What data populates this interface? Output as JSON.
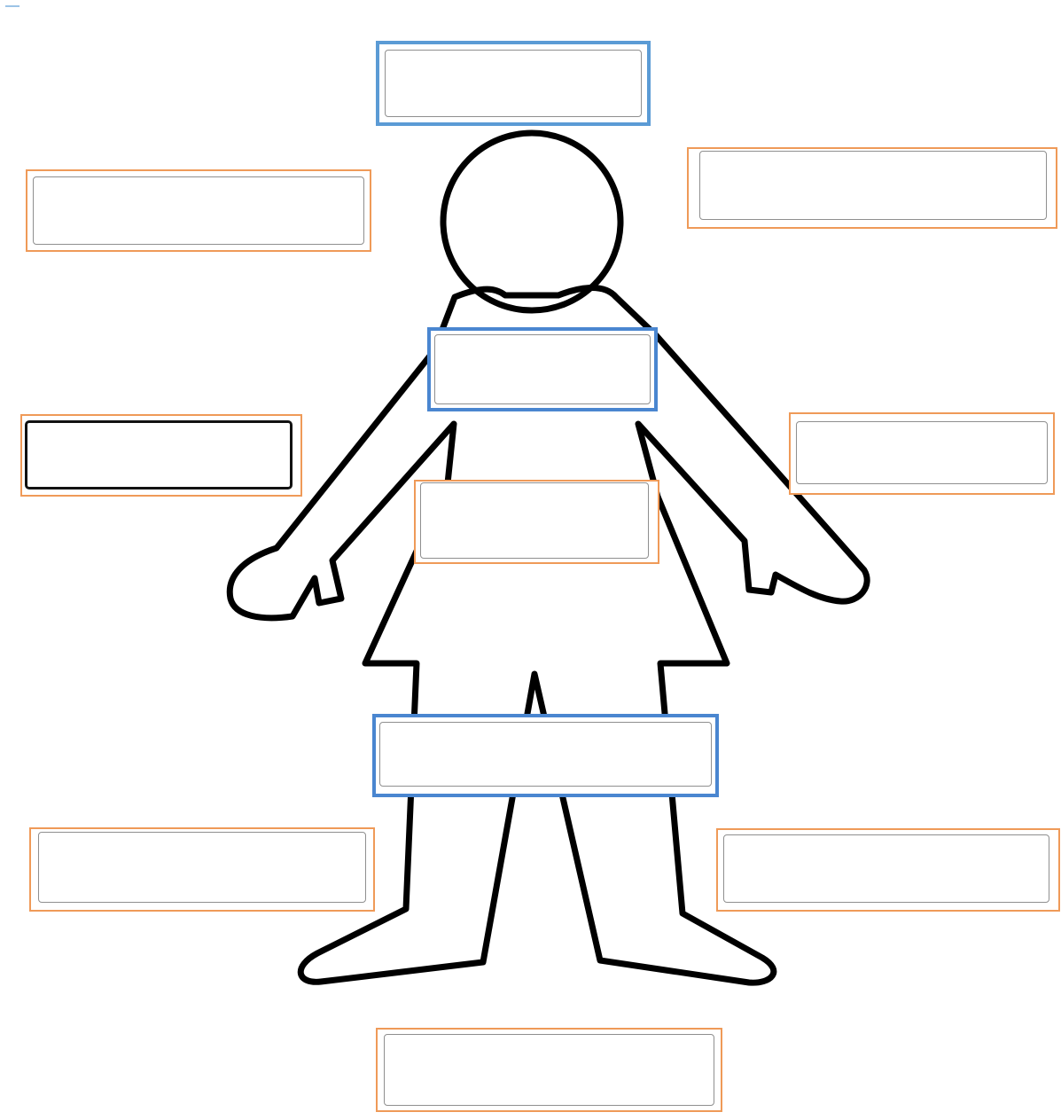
{
  "worksheet": {
    "label_boxes": [
      {
        "id": "head-top",
        "value": "",
        "placeholder": "",
        "frame": "blue",
        "focused": false
      },
      {
        "id": "left-upper",
        "value": "",
        "placeholder": "",
        "frame": "orange",
        "focused": false
      },
      {
        "id": "right-upper",
        "value": "",
        "placeholder": "",
        "frame": "orange",
        "focused": false
      },
      {
        "id": "chest",
        "value": "",
        "placeholder": "",
        "frame": "blue",
        "focused": false
      },
      {
        "id": "left-middle",
        "value": "",
        "placeholder": "",
        "frame": "orange",
        "focused": true
      },
      {
        "id": "right-middle",
        "value": "",
        "placeholder": "",
        "frame": "orange",
        "focused": false
      },
      {
        "id": "waist",
        "value": "",
        "placeholder": "",
        "frame": "orange",
        "focused": false
      },
      {
        "id": "hips",
        "value": "",
        "placeholder": "",
        "frame": "blue",
        "focused": false
      },
      {
        "id": "left-lower",
        "value": "",
        "placeholder": "",
        "frame": "orange",
        "focused": false
      },
      {
        "id": "right-lower",
        "value": "",
        "placeholder": "",
        "frame": "orange",
        "focused": false
      },
      {
        "id": "feet-bottom",
        "value": "",
        "placeholder": "",
        "frame": "orange",
        "focused": false
      }
    ]
  },
  "colors": {
    "outline": "#000000",
    "orange_frame": "#ef9a58",
    "blue_frame": "#4a86d0",
    "input_border": "#8f8f8f"
  }
}
